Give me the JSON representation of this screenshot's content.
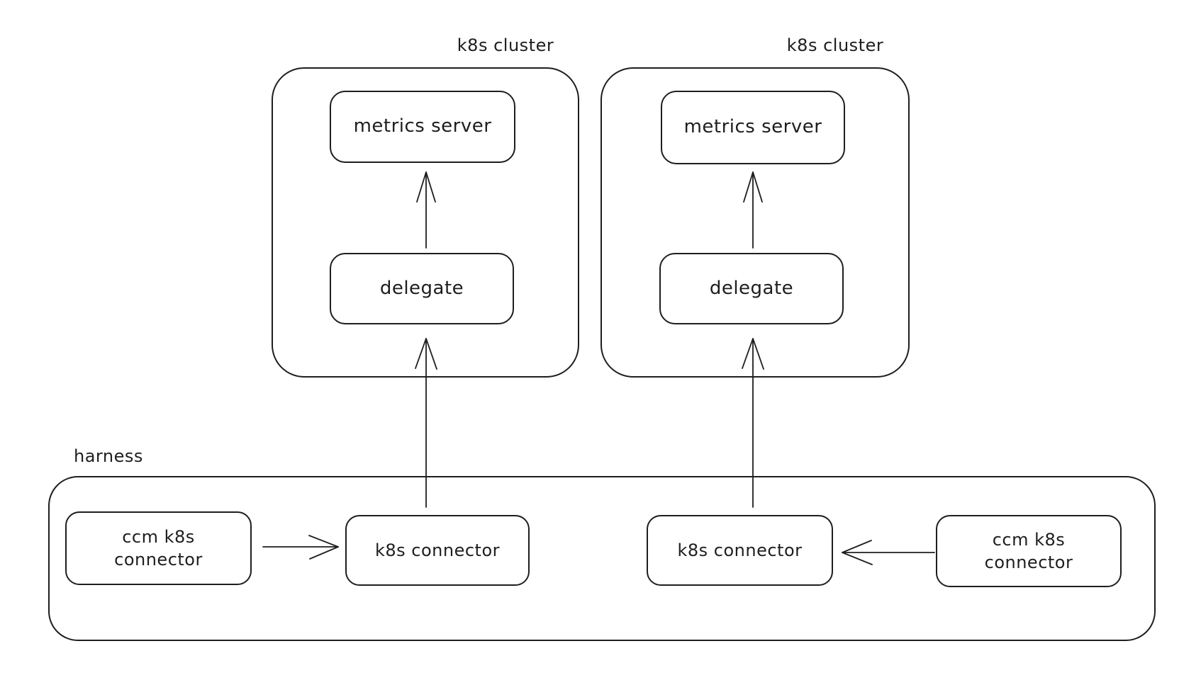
{
  "diagram": {
    "background_color": "#ffffff",
    "stroke_color": "#1e1e1e",
    "cluster1": {
      "label": "k8s cluster",
      "metrics_server": "metrics server",
      "delegate": "delegate"
    },
    "cluster2": {
      "label": "k8s cluster",
      "metrics_server": "metrics server",
      "delegate": "delegate"
    },
    "harness": {
      "label": "harness",
      "ccm_connector_left": "ccm k8s\nconnector",
      "k8s_connector_left": "k8s connector",
      "k8s_connector_right": "k8s connector",
      "ccm_connector_right": "ccm k8s\nconnector"
    },
    "edges": [
      {
        "from": "delegate (cluster 1)",
        "to": "metrics server (cluster 1)",
        "direction": "up"
      },
      {
        "from": "delegate (cluster 2)",
        "to": "metrics server (cluster 2)",
        "direction": "up"
      },
      {
        "from": "k8s connector (left)",
        "to": "delegate (cluster 1)",
        "direction": "up"
      },
      {
        "from": "k8s connector (right)",
        "to": "delegate (cluster 2)",
        "direction": "up"
      },
      {
        "from": "ccm k8s connector (left)",
        "to": "k8s connector (left)",
        "direction": "right"
      },
      {
        "from": "ccm k8s connector (right)",
        "to": "k8s connector (right)",
        "direction": "left"
      }
    ]
  }
}
